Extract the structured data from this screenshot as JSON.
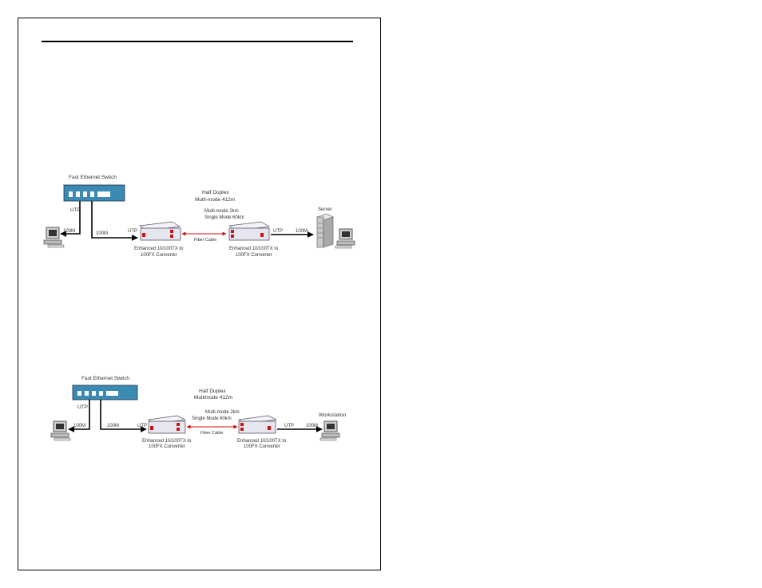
{
  "diagram1": {
    "switch_label": "Fast Ethernet Switch",
    "duplex": "Half Duplex",
    "duplex_distance": "Multi-mode 412m",
    "utp_top": "UTP",
    "left_link": "100M",
    "mid_link": "100M",
    "utp_left": "UTP",
    "fiber_spec1": "Multi-mode 2km",
    "fiber_spec2": "Single Mode 60km",
    "fiber_label": "Fiber Cable",
    "utp_right": "UTP",
    "right_link": "100M",
    "server_label": "Server",
    "conv1_line1": "Enhanced 10/100TX to",
    "conv1_line2": "100FX Converter",
    "conv2_line1": "Enhanced 10/100TX to",
    "conv2_line2": "100FX Converter"
  },
  "diagram2": {
    "switch_label": "Fast Ethernet Switch",
    "duplex": "Half Duplex",
    "duplex_distance": "Multimode 412m",
    "utp_top": "UTP",
    "left_link": "100M",
    "mid_link": "100M",
    "utp_left": "UTP",
    "fiber_spec1": "Multi-mode 2km",
    "fiber_spec2": "Single Mode 60km",
    "fiber_label": "Fiber Cable",
    "utp_right": "UTP",
    "right_link": "100M",
    "workstation_label": "Workstation",
    "conv1_line1": "Enhanced 10/100TX to",
    "conv1_line2": "100FX Converter",
    "conv2_line1": "Enhanced 10/100TX to",
    "conv2_line2": "100FX Converter"
  },
  "colors": {
    "switch": "#3b8ab3",
    "converter_body": "#e6e6f0",
    "port": "#cc1111",
    "fiber": "#cc1111",
    "border": "#000000"
  }
}
